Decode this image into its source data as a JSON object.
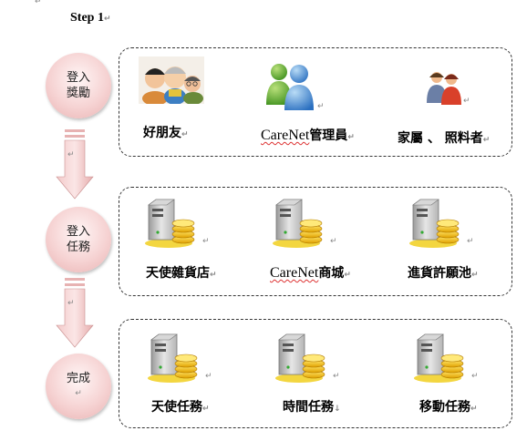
{
  "step_title": "Step 1",
  "marks": {
    "para": "↵",
    "line": "↓"
  },
  "stages": [
    {
      "lines": [
        "登入",
        "獎勵"
      ]
    },
    {
      "lines": [
        "登入",
        "任務"
      ]
    },
    {
      "lines": [
        "完成"
      ]
    }
  ],
  "groups": [
    {
      "items": [
        {
          "label": "好朋友",
          "icon": "friends-photo-icon"
        },
        {
          "label_latin": "CareNet",
          "label": "管理員",
          "icon": "users-icon"
        },
        {
          "label": "家屬 、 照料者",
          "icon": "people-icon"
        }
      ]
    },
    {
      "items": [
        {
          "label": "天使雜貨店",
          "icon": "server-coins-icon"
        },
        {
          "label_latin": "CareNet",
          "label": "商城",
          "icon": "server-coins-icon"
        },
        {
          "label": "進貨許願池",
          "icon": "server-coins-icon"
        }
      ]
    },
    {
      "items": [
        {
          "label": "天使任務",
          "icon": "server-coins-icon"
        },
        {
          "label": "時間任務",
          "icon": "server-coins-icon"
        },
        {
          "label": "移動任務",
          "icon": "server-coins-icon"
        }
      ]
    }
  ]
}
